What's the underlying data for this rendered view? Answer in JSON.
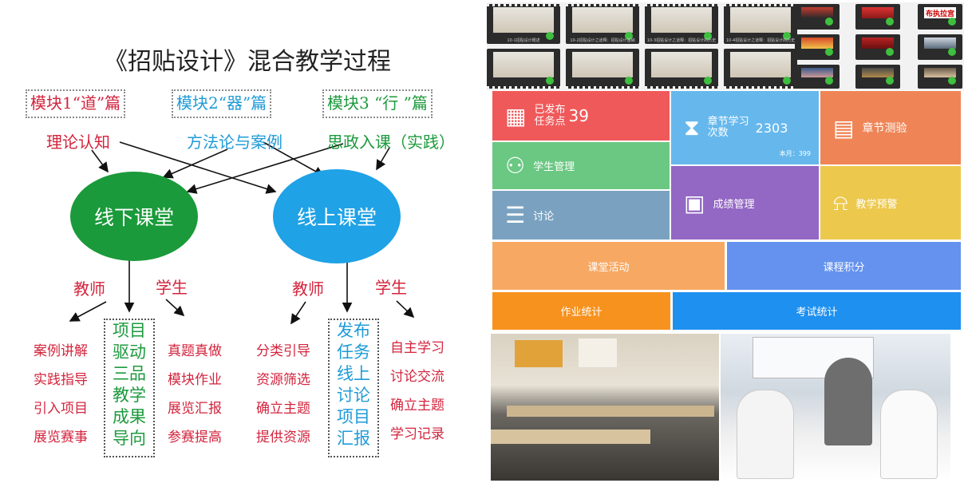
{
  "diagram": {
    "title": "《招贴设计》混合教学过程",
    "modules": [
      "模块1“道”篇",
      "模块2“器”篇",
      "模块3 “行 ”篇"
    ],
    "concepts": {
      "theory": "理论认知",
      "method": "方法论与案例",
      "ideology": "思政入课（实践）"
    },
    "offline": {
      "label": "线下课堂",
      "teacher": "教师",
      "student": "学生",
      "teacher_items": [
        "案例讲解",
        "实践指导",
        "引入项目",
        "展览赛事"
      ],
      "center_box": [
        "项目",
        "驱动",
        "三品",
        "教学",
        "成果",
        "导向"
      ],
      "student_items": [
        "真题真做",
        "模块作业",
        "展览汇报",
        "参赛提高"
      ]
    },
    "online": {
      "label": "线上课堂",
      "teacher": "教师",
      "student": "学生",
      "teacher_items": [
        "分类引导",
        "资源筛选",
        "确立主题",
        "提供资源"
      ],
      "center_box": [
        "发布",
        "任务",
        "线上",
        "讨论",
        "项目",
        "汇报"
      ],
      "student_items": [
        "自主学习",
        "讨论交流",
        "确立主题",
        "学习记录"
      ]
    },
    "colors": {
      "red": "#d3243d",
      "blue": "#1f9bd7",
      "green": "#1d9a3d",
      "offline_oval": "#1a9a3a",
      "online_oval": "#1fa2e6"
    }
  },
  "dashboard": {
    "video_captions": [
      "10-1招贴设计概述",
      "10-2招贴设计之道释：招贴设计基础",
      "10-3招贴设计之道释：招贴设计的历史",
      "10-4招贴设计之道释：招贴设计的历史"
    ],
    "thumb_texts": [
      "布执拉宫"
    ],
    "tiles": {
      "published_label": "已发布\n任务点",
      "published_value": "39",
      "chapter_label": "章节学习\n次数",
      "chapter_value": "2303",
      "chapter_month": "本月：399",
      "quiz": "章节测验",
      "student_mgmt": "学生管理",
      "discussion": "讨论",
      "grade_mgmt": "成绩管理",
      "warning": "教学预警",
      "class_activity": "课堂活动",
      "course_points": "课程积分",
      "homework_stats": "作业统计",
      "exam_stats": "考试统计"
    },
    "icons": [
      "calendar-icon",
      "hourglass-icon",
      "document-icon",
      "add-user-icon",
      "clipboard-icon",
      "bell-icon",
      "chat-icon"
    ],
    "colors": {
      "published": "#f0595a",
      "chapter": "#66b8ec",
      "quiz": "#ef8557",
      "student_mgmt": "#6ac882",
      "discussion": "#7aa2c0",
      "grade_mgmt": "#9367c4",
      "warning": "#ecc84d",
      "class_activity": "#f7a862",
      "course_points": "#6492ee",
      "homework_stats": "#f7921e",
      "exam_stats": "#1e90f0"
    }
  }
}
